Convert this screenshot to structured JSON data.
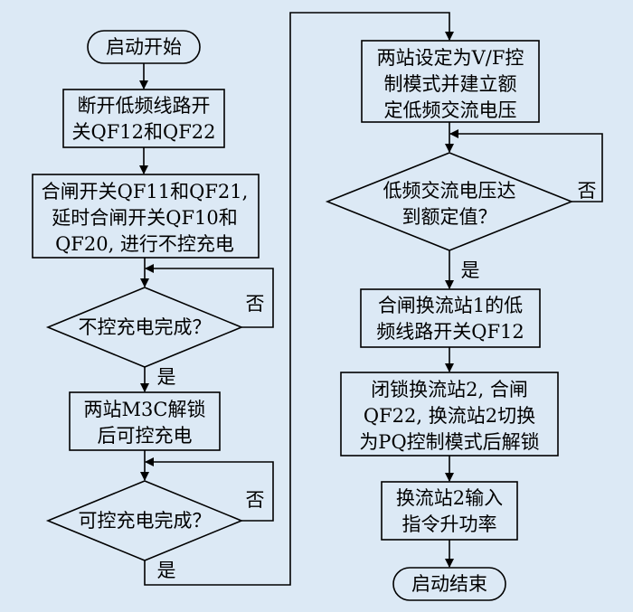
{
  "flowchart": {
    "left": {
      "start": "启动开始",
      "step1": [
        "断开低频线路开",
        "关QF12和QF22"
      ],
      "step2": [
        "合闸开关QF11和QF21,",
        "延时合闸开关QF10和",
        "QF20, 进行不控充电"
      ],
      "decision1": "不控充电完成？",
      "step3": [
        "两站M3C解锁",
        "后可控充电"
      ],
      "decision2": "可控充电完成？"
    },
    "right": {
      "step4": [
        "两站设定为V/F控",
        "制模式并建立额",
        "定低频交流电压"
      ],
      "decision3": [
        "低频交流电压达",
        "到额定值？"
      ],
      "step5": [
        "合闸换流站1的低",
        "频线路开关QF12"
      ],
      "step6": [
        "闭锁换流站2, 合闸",
        "QF22, 换流站2切换",
        "为PQ控制模式后解锁"
      ],
      "step7": [
        "换流站2输入",
        "指令升功率"
      ],
      "end": "启动结束"
    },
    "labels": {
      "yes": "是",
      "no": "否"
    }
  }
}
